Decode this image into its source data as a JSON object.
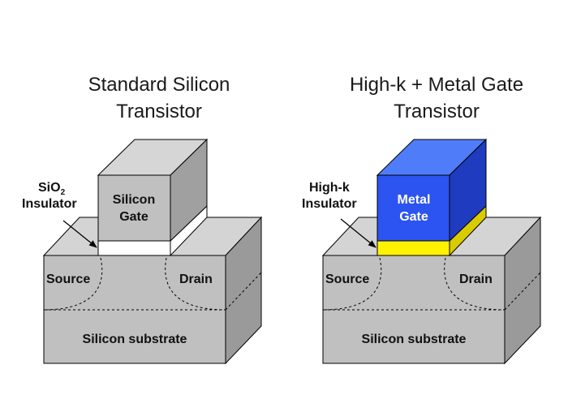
{
  "left": {
    "title": "Standard Silicon\nTransistor",
    "insulator_line1": "SiO",
    "insulator_sub": "2",
    "insulator_line2": "Insulator",
    "gate_line1": "Silicon",
    "gate_line2": "Gate",
    "source": "Source",
    "drain": "Drain",
    "substrate": "Silicon substrate"
  },
  "right": {
    "title": "High-k + Metal Gate\nTransistor",
    "insulator_line1": "High-k",
    "insulator_line2": "Insulator",
    "gate_line1": "Metal",
    "gate_line2": "Gate",
    "source": "Source",
    "drain": "Drain",
    "substrate": "Silicon substrate"
  },
  "colors": {
    "substrate_front": "#c0c0c0",
    "substrate_top": "#d4d4d4",
    "substrate_side": "#9a9a9a",
    "silicon_gate_front": "#c0c0c0",
    "silicon_gate_top": "#d6d6d6",
    "silicon_gate_side": "#a0a0a0",
    "sio2_insulator": "#ffffff",
    "metal_gate_front": "#2b54f0",
    "metal_gate_top": "#4f7dfa",
    "metal_gate_side": "#1f3cc0",
    "highk_insulator": "#fff200",
    "highk_side": "#d8cc00",
    "gate_text_light": "#ffffff",
    "gate_text_dark": "#111111"
  }
}
